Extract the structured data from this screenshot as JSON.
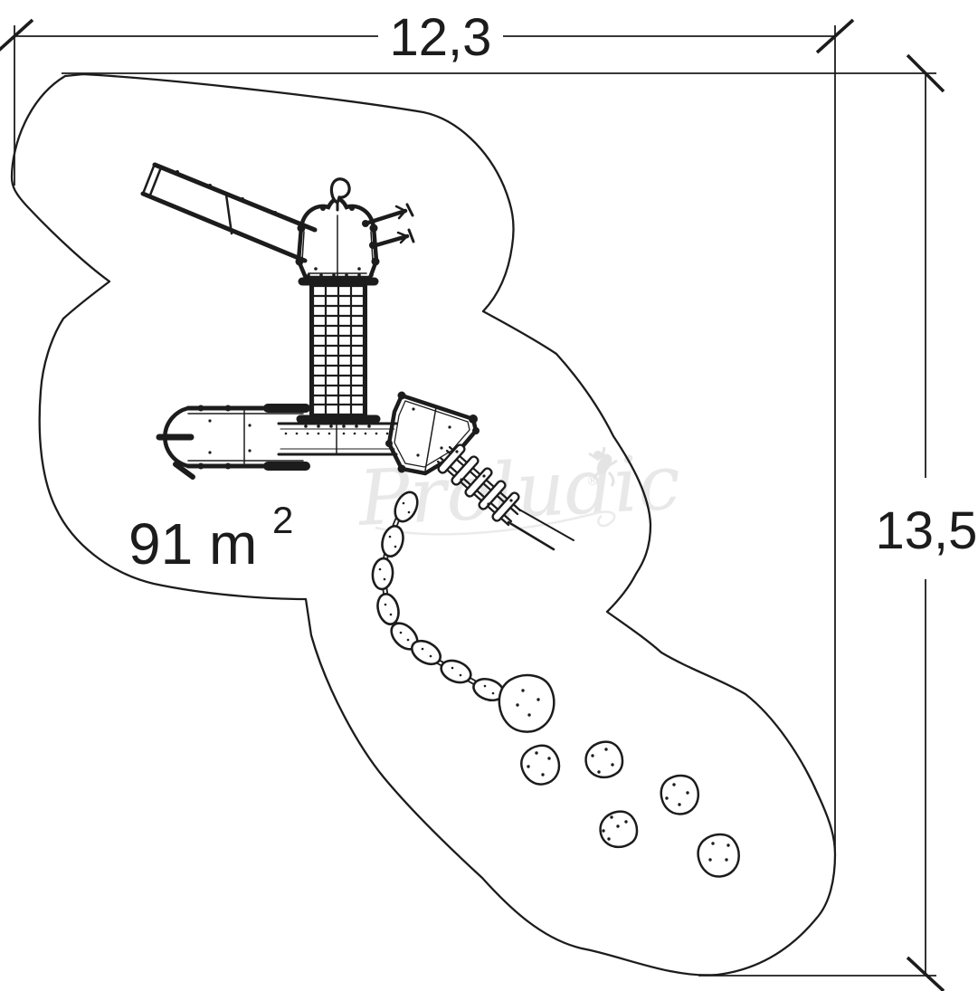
{
  "dimensions": {
    "width_label": "12,3",
    "height_label": "13,5"
  },
  "area": {
    "value": "91 m",
    "sup": "2",
    "text": "91 m²"
  },
  "watermark": {
    "brand": "Proludic",
    "registered": "®",
    "logo": "gecko-icon"
  },
  "colors": {
    "ink": "#1c1c1c",
    "background": "#ffffff",
    "watermark": "#e8e8e8"
  },
  "parts": [
    "safety-area-outline",
    "slide",
    "tower-with-flag",
    "climbing-net",
    "walkway",
    "under-net-deck",
    "platform",
    "plank-bridge",
    "pod-trail",
    "stepping-stones"
  ]
}
